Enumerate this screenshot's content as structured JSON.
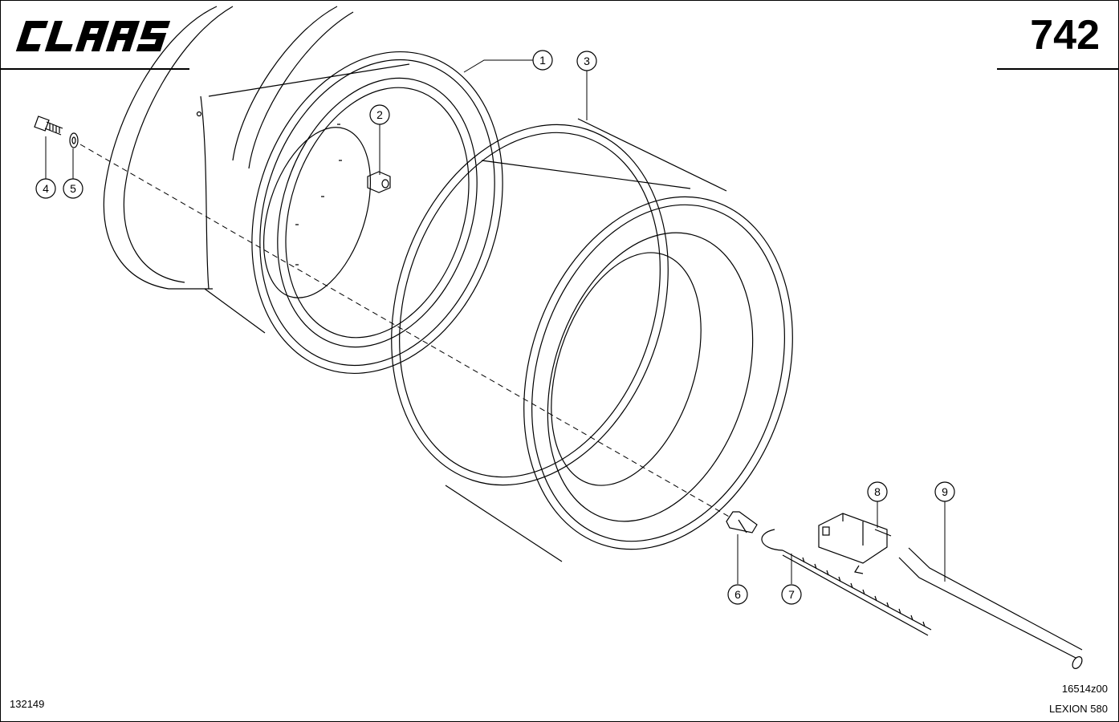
{
  "header": {
    "brand": "CLAAS",
    "page_number": "742"
  },
  "footer": {
    "code_left": "132149",
    "code_right": "16514z00",
    "model": "LEXION 580"
  },
  "callouts": [
    {
      "label": "1",
      "part": "inner rim"
    },
    {
      "label": "2",
      "part": "wheel nut"
    },
    {
      "label": "3",
      "part": "outer rim"
    },
    {
      "label": "4",
      "part": "bolt"
    },
    {
      "label": "5",
      "part": "washer"
    },
    {
      "label": "6",
      "part": "valve cap"
    },
    {
      "label": "7",
      "part": "threaded rod"
    },
    {
      "label": "8",
      "part": "clamp"
    },
    {
      "label": "9",
      "part": "tube"
    }
  ],
  "colors": {
    "line": "#000000",
    "background": "#ffffff"
  }
}
